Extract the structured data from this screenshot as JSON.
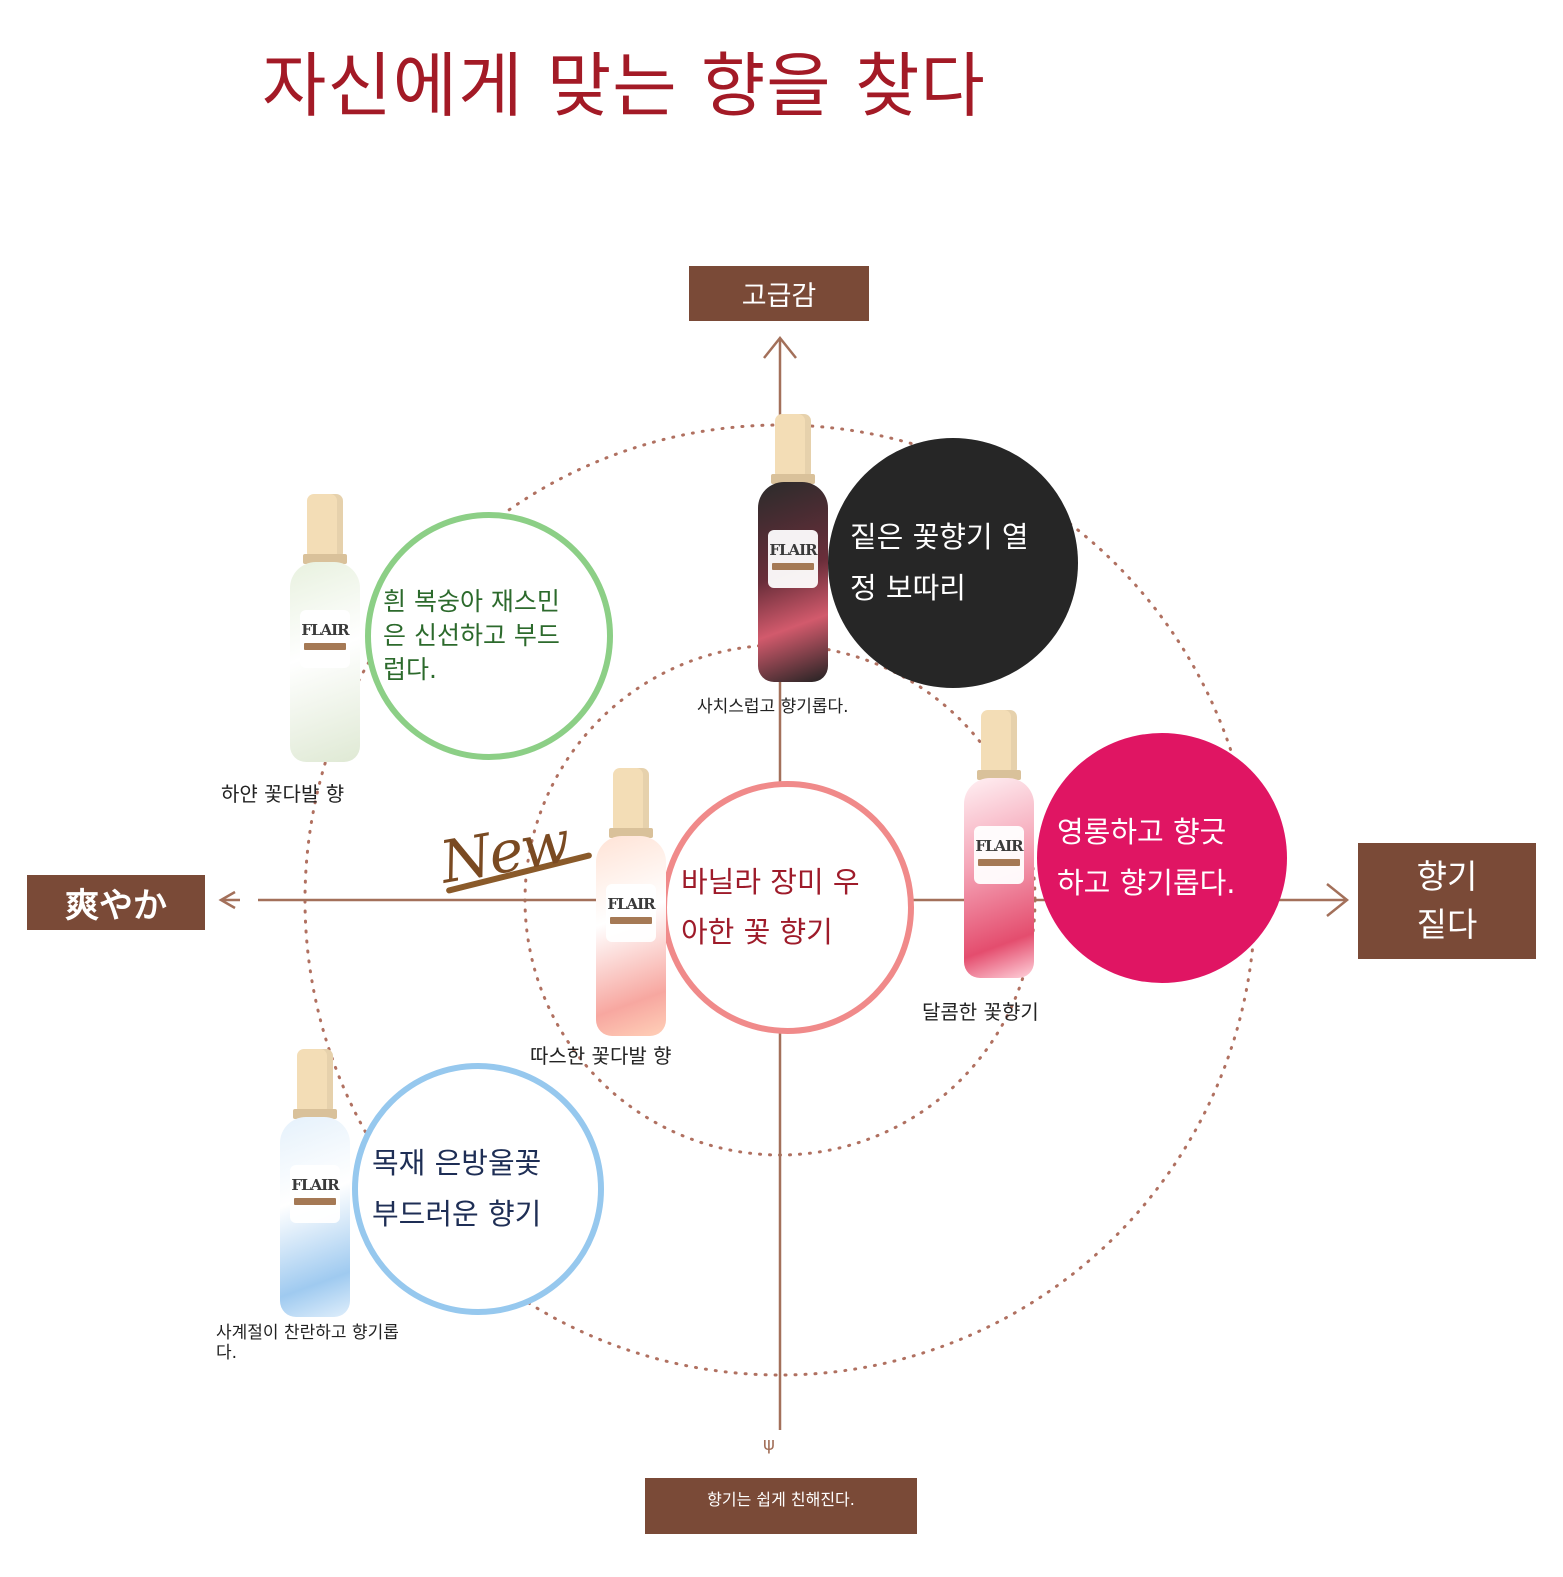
{
  "title": "자신에게 맞는 향을 찾다",
  "axes": {
    "top": "고급감",
    "left": "爽やか",
    "right": "향기\n짙다",
    "bottom": "향기는 쉽게 친해진다.",
    "bottom_arrow": "ψ"
  },
  "new_badge": "New",
  "products": [
    {
      "brand": "FLAIR",
      "bubble_text": "흰 복숭아 재스민\n은 신선하고 부드\n럽다.",
      "caption": "하얀 꽃다발 향",
      "bubble_color": "#8ccf86"
    },
    {
      "brand": "FLAIR",
      "bubble_text": "짙은 꽃향기 열\n정 보따리",
      "caption": "사치스럽고 향기롭다.",
      "bubble_color": "#262626"
    },
    {
      "brand": "FLAIR",
      "bubble_text": "바닐라 장미 우\n아한 꽃 향기",
      "caption": "따스한 꽃다발 향",
      "bubble_color": "#f08a8a"
    },
    {
      "brand": "FLAIR",
      "bubble_text": "영롱하고 향긋\n하고 향기롭다.",
      "caption": "달콤한 꽃향기",
      "bubble_color": "#e01563"
    },
    {
      "brand": "FLAIR",
      "bubble_text": "목재 은방울꽃\n부드러운 향기",
      "caption": "사계절이 찬란하고 향기롭\n다.",
      "bubble_color": "#96c8ee"
    }
  ],
  "colors": {
    "title": "#a31a26",
    "axis_box": "#7a4a37",
    "axis_line": "#a3705a",
    "dotted_circle": "#b07060"
  }
}
